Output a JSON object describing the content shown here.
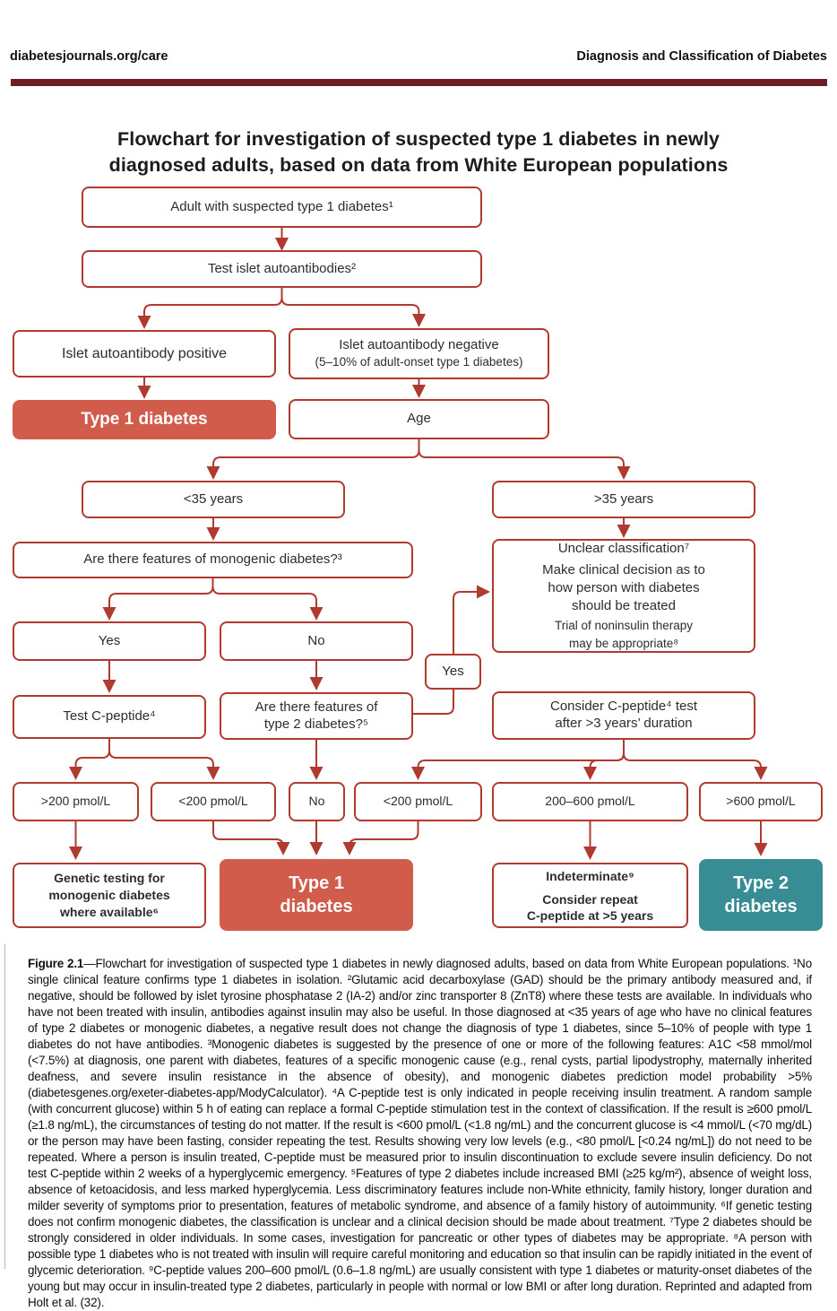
{
  "header": {
    "left": "diabetesjournals.org/care",
    "right": "Diagnosis and Classification of Diabetes"
  },
  "title": {
    "line1": "Flowchart for investigation of suspected type 1 diabetes in newly",
    "line2": "diagnosed adults, based on data from White European populations"
  },
  "flowchart": {
    "adult": "Adult with suspected type 1 diabetes¹",
    "test_islet": "Test islet autoantibodies²",
    "islet_positive": "Islet autoantibody positive",
    "islet_negative": [
      "Islet autoantibody negative",
      "(5–10% of adult-onset type 1 diabetes)"
    ],
    "type1_first": "Type 1 diabetes",
    "age": "Age",
    "under35": "<35 years",
    "over35": ">35 years",
    "monogenic_q": "Are there features of monogenic diabetes?³",
    "unclear_line1": "Unclear classification⁷",
    "unclear_body": [
      "Make clinical decision as to",
      "how person with diabetes",
      "should be treated"
    ],
    "unclear_note": [
      "Trial of noninsulin therapy",
      "may be appropriate⁸"
    ],
    "yes": "Yes",
    "no": "No",
    "yes_connector": "Yes",
    "test_cpeptide": "Test C-peptide⁴",
    "type2_q": [
      "Are there features of",
      "type 2 diabetes?⁵"
    ],
    "consider_cpeptide": [
      "Consider C-peptide⁴ test",
      "after >3 years’ duration"
    ],
    "gt200": ">200 pmol/L",
    "lt200_left": "<200 pmol/L",
    "no_result": "No",
    "lt200_right": "<200 pmol/L",
    "mid_result": "200–600 pmol/L",
    "gt600": ">600 pmol/L",
    "genetic": [
      "Genetic testing for",
      "monogenic diabetes",
      "where available⁶"
    ],
    "type1_final": [
      "Type 1",
      "diabetes"
    ],
    "indeterminate_line1": "Indeterminate⁹",
    "indeterminate_body": [
      "Consider repeat",
      "C-peptide at >5 years"
    ],
    "type2_final": [
      "Type 2",
      "diabetes"
    ]
  },
  "caption": {
    "label": "Figure 2.1",
    "text": "—Flowchart for investigation of suspected type 1 diabetes in newly diagnosed adults, based on data from White European populations. ¹No single clinical feature confirms type 1 diabetes in isolation. ²Glutamic acid decarboxylase (GAD) should be the primary antibody measured and, if negative, should be followed by islet tyrosine phosphatase 2 (IA-2) and/or zinc transporter 8 (ZnT8) where these tests are available. In individuals who have not been treated with insulin, antibodies against insulin may also be useful. In those diagnosed at <35 years of age who have no clinical features of type 2 diabetes or monogenic diabetes, a negative result does not change the diagnosis of type 1 diabetes, since 5–10% of people with type 1 diabetes do not have antibodies. ³Monogenic diabetes is suggested by the presence of one or more of the following features: A1C <58 mmol/mol (<7.5%) at diagnosis, one parent with diabetes, features of a specific monogenic cause (e.g., renal cysts, partial lipodystrophy, maternally inherited deafness, and severe insulin resistance in the absence of obesity), and monogenic diabetes prediction model probability >5% (diabetesgenes.org/exeter-diabetes-app/ModyCalculator). ⁴A C-peptide test is only indicated in people receiving insulin treatment. A random sample (with concurrent glucose) within 5 h of eating can replace a formal C-peptide stimulation test in the context of classification. If the result is ≥600 pmol/L (≥1.8 ng/mL), the circumstances of testing do not matter. If the result is <600 pmol/L (<1.8 ng/mL) and the concurrent glucose is <4 mmol/L (<70 mg/dL) or the person may have been fasting, consider repeating the test. Results showing very low levels (e.g., <80 pmol/L [<0.24 ng/mL]) do not need to be repeated. Where a person is insulin treated, C-peptide must be measured prior to insulin discontinuation to exclude severe insulin deficiency. Do not test C-peptide within 2 weeks of a hyperglycemic emergency. ⁵Features of type 2 diabetes include increased BMI (≥25 kg/m²), absence of weight loss, absence of ketoacidosis, and less marked hyperglycemia. Less discriminatory features include non-White ethnicity, family history, longer duration and milder severity of symptoms prior to presentation, features of metabolic syndrome, and absence of a family history of autoimmunity. ⁶If genetic testing does not confirm monogenic diabetes, the classification is unclear and a clinical decision should be made about treatment. ⁷Type 2 diabetes should be strongly considered in older individuals. In some cases, investigation for pancreatic or other types of diabetes may be appropriate. ⁸A person with possible type 1 diabetes who is not treated with insulin will require careful monitoring and education so that insulin can be rapidly initiated in the event of glycemic deterioration. ⁹C-peptide values 200–600 pmol/L (0.6–1.8 ng/mL) are usually consistent with type 1 diabetes or maturity-onset diabetes of the young but may occur in insulin-treated type 2 diabetes, particularly in people with normal or low BMI or after long duration. Reprinted and adapted from Holt et al. (32)."
  },
  "colors": {
    "accent_red": "#b03a30",
    "fill_red": "#d15c4b",
    "fill_teal": "#388c93",
    "bar_maroon": "#6d1d24"
  }
}
